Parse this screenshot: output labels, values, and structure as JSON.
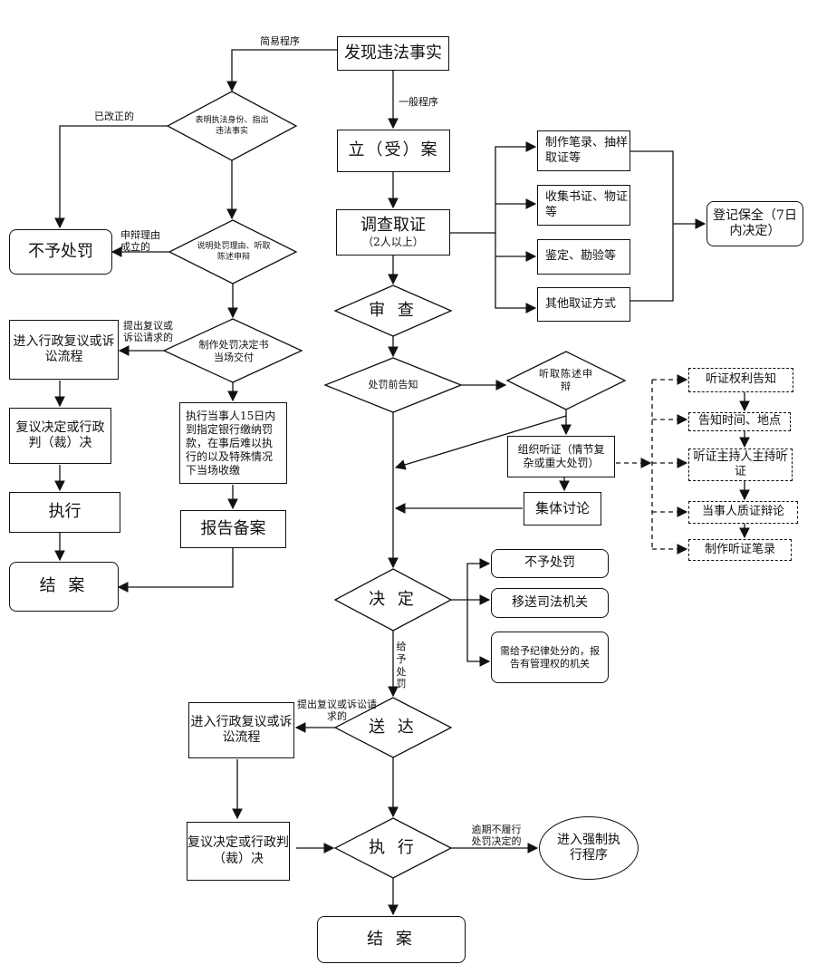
{
  "nodes": {
    "find_fact": "发现违法事实",
    "show_id": "表明执法身份、指出违法事实",
    "no_penalty_left": "不予处罚",
    "explain_reason": "说明处罚理由、听取陈述申辩",
    "make_decision_hand": "制作处罚决定书  当场交付",
    "review_left_top": "进入行政复议或诉讼流程",
    "review_decision_left": "复议决定或行政判（裁）决",
    "execute_left": "执行",
    "close_left": "结 案",
    "pay_fine": "执行当事人15日内到指定银行缴纳罚款，在事后难以执行的以及特殊情况下当场收缴",
    "report_file": "报告备案",
    "file_case": "立（受）案",
    "investigate": "调查取证",
    "investigate_sub": "（2人以上）",
    "make_record": "制作笔录、抽样取证等",
    "collect_evidence": "收集书证、物证等",
    "appraise": "鉴定、勘验等",
    "other_evidence": "其他取证方式",
    "register_preserve": "登记保全（7日内决定）",
    "review": "审 查",
    "pre_notice": "处罚前告知",
    "hear_statement": "听取陈述申辩",
    "organize_hearing": "组织听证（情节复杂或重大处罚）",
    "group_discussion": "集体讨论",
    "hearing_right": "听证权利告知",
    "notify_time": "告知时间、地点",
    "hearing_host": "听证主持人主持听证",
    "party_cross": "当事人质证辩论",
    "hearing_record": "制作听证笔录",
    "decide": "决 定",
    "no_penalty_right": "不予处罚",
    "transfer_judicial": "移送司法机关",
    "discipline": "需给予纪律处分的，报告有管理权的机关",
    "deliver": "送 达",
    "review_left_bottom": "进入行政复议或诉讼流程",
    "review_decision_bottom": "复议决定或行政判（裁）决",
    "execute_main": "执 行",
    "enforce": "进入强制执行程序",
    "close_main": "结 案"
  },
  "labels": {
    "simple_procedure": "简易程序",
    "general_procedure": "一般程序",
    "corrected": "已改正的",
    "defense_valid": "申辩理由成立的",
    "appeal_top": "提出复议或诉讼请求的",
    "give_penalty": "给予处罚",
    "appeal_bottom": "提出复议或诉讼请求的",
    "overdue": "逾期不履行处罚决定的"
  }
}
